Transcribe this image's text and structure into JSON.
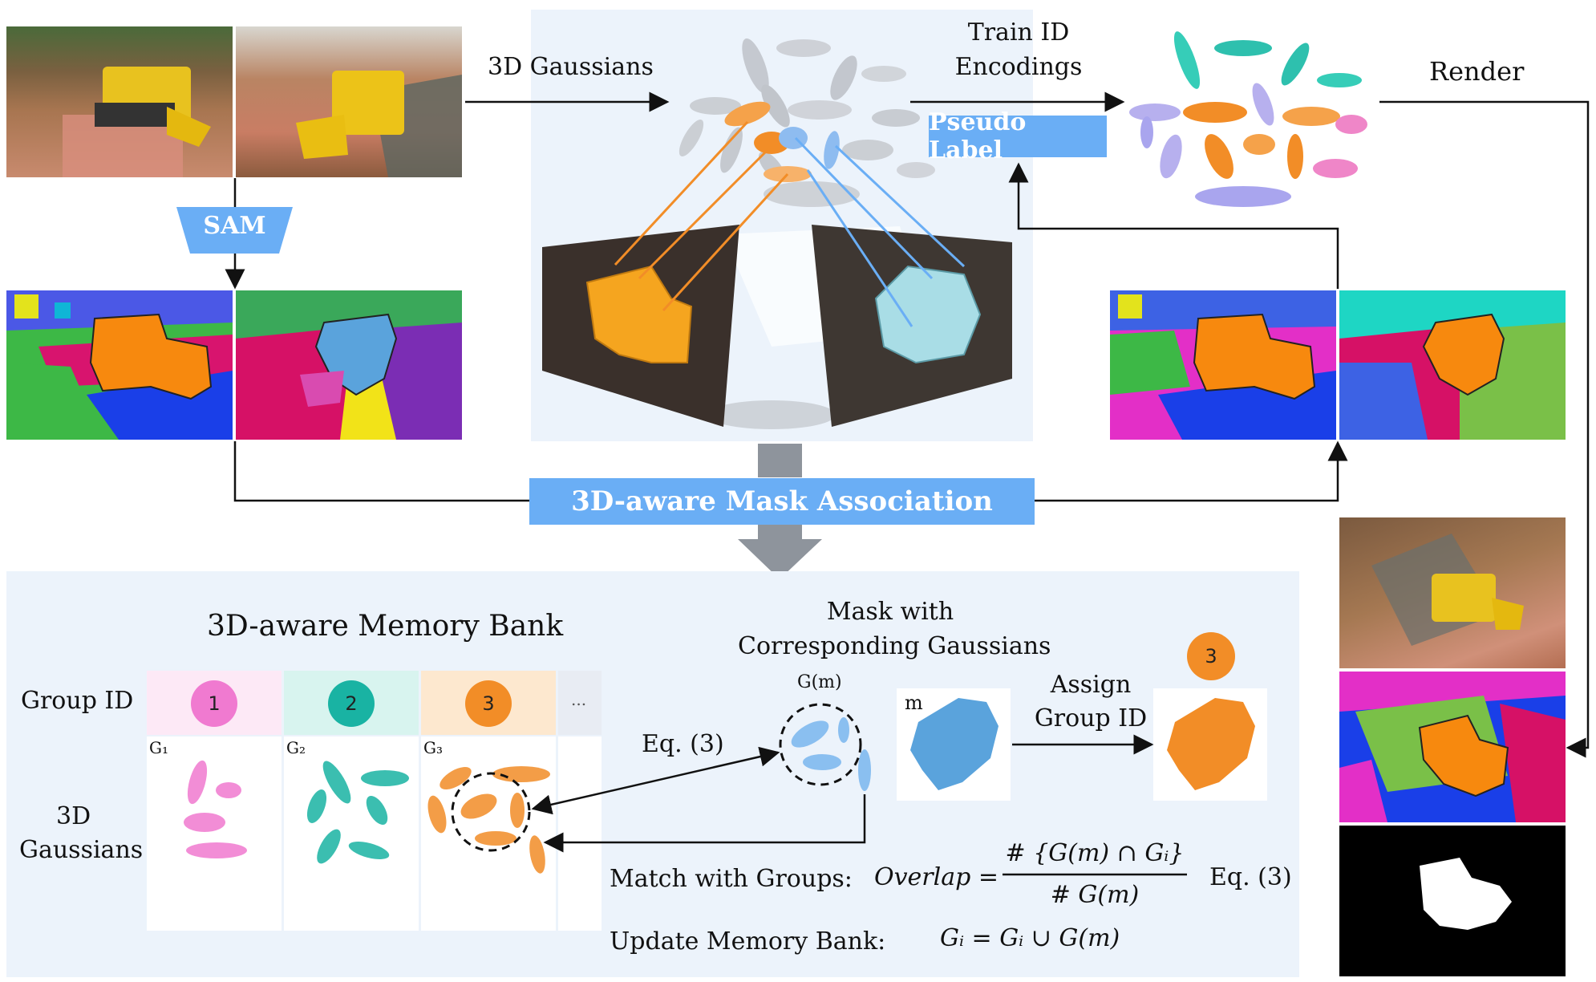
{
  "top": {
    "gaussians_label": "3D Gaussians",
    "train_label_line1": "Train ID",
    "train_label_line2": "Encodings",
    "render_label": "Render",
    "sam_label": "SAM",
    "pseudo_label": "Pseudo Label",
    "association_label": "3D-aware Mask Association"
  },
  "bottom": {
    "memory_bank_title": "3D-aware Memory Bank",
    "group_id_label": "Group ID",
    "gaussians_row_line1": "3D",
    "gaussians_row_line2": "Gaussians",
    "groups": [
      {
        "id": "1",
        "gaussian_label": "G₁",
        "color": "#f07ad0",
        "head_bg": "#fde9f6"
      },
      {
        "id": "2",
        "gaussian_label": "G₂",
        "color": "#19b3a3",
        "head_bg": "#d8f4ef"
      },
      {
        "id": "3",
        "gaussian_label": "G₃",
        "color": "#f28d27",
        "head_bg": "#fde8cf"
      }
    ],
    "ellipsis": "...",
    "eq_label": "Eq. (3)",
    "mask_title_line1": "Mask with",
    "mask_title_line2": "Corresponding Gaussians",
    "gm_label": "G(m)",
    "m_label": "m",
    "assign_line1": "Assign",
    "assign_line2": "Group ID",
    "assigned_id": "3",
    "match_label": "Match with Groups:",
    "overlap_lhs": "Overlap =",
    "overlap_num": "# {G(m) ∩ Gᵢ}",
    "overlap_den": "# G(m)",
    "eq3_right": "Eq. (3)",
    "update_label": "Update Memory Bank:",
    "update_formula": "Gᵢ = Gᵢ ∪ G(m)"
  },
  "colors": {
    "accent_blue": "#6aaef5",
    "panel_bg": "#ecf3fb",
    "orange": "#f28d27",
    "blue_mask": "#5aa3dc"
  }
}
